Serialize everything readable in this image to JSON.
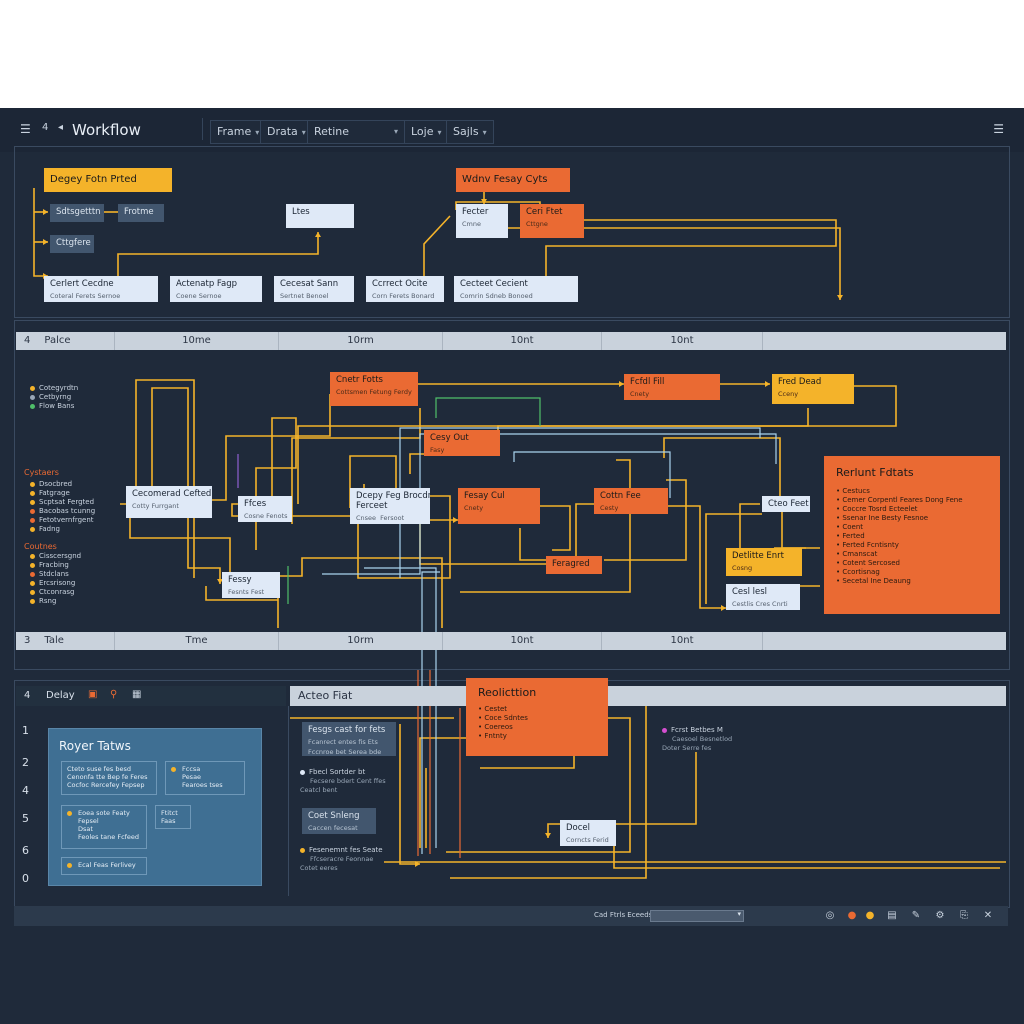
{
  "toolbar": {
    "title": "Workflow",
    "menu_icon": "hamburger-icon",
    "back_glyph": "4",
    "dropdowns": [
      {
        "label": "Frame"
      },
      {
        "label": "Drata"
      },
      {
        "label": "Retine"
      },
      {
        "label": "Loje"
      },
      {
        "label": "Sajls"
      }
    ]
  },
  "overview": {
    "header_node": "Degey Fotn Prted",
    "center_header": "Wdnv Fesay Cyts",
    "left_nodes": [
      "Sdtsgetttn",
      "Frotme",
      "Cttgfere"
    ],
    "mid_node": {
      "title": "Ltes",
      "sub": ""
    },
    "right_nodes": [
      {
        "title": "Fecter",
        "sub": "Cmne"
      },
      {
        "title": "Ceri Ftet",
        "sub": "Cttgne"
      }
    ],
    "bottom_nodes": [
      {
        "title": "Cerlert      Cecdne",
        "sub": "Coteral Ferets  Sernoe"
      },
      {
        "title": "Actenatp Fagp",
        "sub": "Coene  Sernoe"
      },
      {
        "title": "Cecesat Sann",
        "sub": "Sertnet Benoel"
      },
      {
        "title": "Ccrrect Ocite",
        "sub": "Corn Ferets  Bonard"
      },
      {
        "title": "Cecteet    Cecient",
        "sub": "Comrin Sdneb  Bonoed"
      }
    ]
  },
  "timeline": {
    "ruler_top": [
      {
        "label": "Palce",
        "marker": "4"
      },
      {
        "label": "10me"
      },
      {
        "label": "10rm"
      },
      {
        "label": "10nt"
      },
      {
        "label": "10nt"
      }
    ],
    "ruler_bottom": [
      {
        "label": "Tale",
        "marker": "3"
      },
      {
        "label": "Tme"
      },
      {
        "label": "10rm"
      },
      {
        "label": "10nt"
      },
      {
        "label": "10nt"
      }
    ],
    "legend_a": [
      {
        "label": "Cotegyrdtn",
        "color": "#f4b32a"
      },
      {
        "label": "Cetbyrng",
        "color": "#9aa8b8"
      },
      {
        "label": "Flow Bans",
        "color": "#4fbf6a"
      }
    ],
    "legend_b_title": "Cystaers",
    "legend_b": [
      {
        "label": "Dsocbred",
        "color": "#f4b32a"
      },
      {
        "label": "Fatgrage",
        "color": "#f4b32a"
      },
      {
        "label": "Scptsat Fergted",
        "color": "#f4b32a"
      },
      {
        "label": "Bacobas tcunng",
        "color": "#ea6a33"
      },
      {
        "label": "Fetotvernfrgent",
        "color": "#ea6a33"
      },
      {
        "label": "Fadng",
        "color": "#f4b32a"
      }
    ],
    "legend_c_title": "Coutnes",
    "legend_c": [
      {
        "label": "Cisscersgnd",
        "color": "#f4b32a"
      },
      {
        "label": "Fracbing",
        "color": "#f4b32a"
      },
      {
        "label": "Stdclans",
        "color": "#ea6a33"
      },
      {
        "label": "Ercsrisong",
        "color": "#f4b32a"
      },
      {
        "label": "Ctconrasg",
        "color": "#f4b32a"
      },
      {
        "label": "Rsng",
        "color": "#f4b32a"
      }
    ],
    "nodes": [
      {
        "id": "n1",
        "title": "Cnetr Fotts",
        "sub": "Cottsmen Fetung  Ferdy"
      },
      {
        "id": "n2",
        "title": "Fcfdl Fill",
        "sub": "Cnety"
      },
      {
        "id": "n3",
        "title": "Fred Dead",
        "sub": "Cceny"
      },
      {
        "id": "n4",
        "title": "Cesy Out",
        "sub": "Fasy"
      },
      {
        "id": "n5",
        "title": "Cecomerad Cefted",
        "sub": "Cotty Furrgant"
      },
      {
        "id": "n6",
        "title": "Ffces",
        "sub": "Cosne Fenots"
      },
      {
        "id": "n7",
        "title": "Dcepy Feg Brocdn\nFerceet",
        "sub": "Cnsee  Fersoot"
      },
      {
        "id": "n8",
        "title": "Fesay Cul",
        "sub": "Cnety"
      },
      {
        "id": "n9",
        "title": "Cottn Fee",
        "sub": "Cesty"
      },
      {
        "id": "n10",
        "title": "Cteo Feet",
        "sub": ""
      },
      {
        "id": "n11",
        "title": "Feragred",
        "sub": ""
      },
      {
        "id": "n12",
        "title": "Fessy",
        "sub": "Fesnts Fest"
      },
      {
        "id": "n13",
        "title": "Detlitte Enrt",
        "sub": "Cosng"
      },
      {
        "id": "n14",
        "title": "Cesl lesl",
        "sub": "Cestlis Cres Cnrti"
      }
    ],
    "details": {
      "title": "Rerlunt Fdtats",
      "items": [
        "Cestucs",
        "Cemer Corpentl Feares Dong Fene",
        "Coccre Tosrd Ecteelet",
        "Ssenar Ine Besty Fesnoe",
        "Coent",
        "Ferted",
        "Ferted Fcntisnty",
        "Cmanscat",
        "Cotent Sercosed",
        "Ccortisnag",
        "Secetal Ine Deaung"
      ]
    }
  },
  "bottom": {
    "left_header": "Delay",
    "row_numbers": [
      "1",
      "2",
      "4",
      "5",
      "6",
      "0"
    ],
    "card_title": "Royer Tatws",
    "card_items": [
      "Cteto suse fes besd\nCenonfa tte Bep fe Feres\nCocfoc Rercefey Fepsep",
      "Fccsa\nPesae\nFearoes tses",
      "Eoea sote Featy\nFepsel\nDsat\nFeoles tane Fcfeed",
      "Ftitct\nFaas",
      "Ecal Feas Ferlivey"
    ],
    "action_header": "Acteo Fiat",
    "action_nodes": [
      {
        "title": "Fesgs cast for fets",
        "sub": "Fcanrect entes fis Ets\nFccnroe bet Serea bde"
      },
      {
        "title": "Fbecl Sortder bt",
        "sub": "Fecsere bdert Cent ffes\nCeatcl bent"
      },
      {
        "title": "Coet Snleng",
        "sub": "Caccen fecesat"
      },
      {
        "title": "Fesenemnt fes Seate",
        "sub": "Ffcseracre Feonnae\nCotet eeres"
      }
    ],
    "replication": {
      "title": "Reolicttion",
      "items": [
        "Cestet",
        "Coce Sdntes",
        "Coereos",
        "Fntnty"
      ]
    },
    "small_node": {
      "title": "Docel",
      "sub": "Corncts Ferid"
    },
    "notes": {
      "title": "Fcrst Betbes M",
      "sub": "Caesoel Besnetlod\nDoter Serre fes"
    }
  },
  "statusbar": {
    "label": "Cad Ftrls Eceeds",
    "select_value": ""
  },
  "colors": {
    "background": "#1f2a3a",
    "accent_orange": "#ea6a33",
    "accent_yellow": "#f4b32a",
    "node_light": "#dfe9f7"
  }
}
